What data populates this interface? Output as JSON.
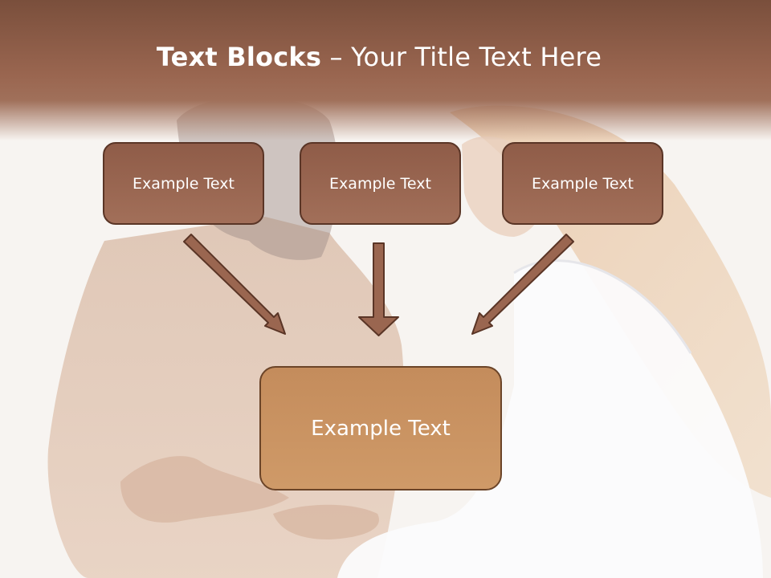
{
  "slide": {
    "title_bold": "Text Blocks",
    "title_dash": " – ",
    "title_rest": "Your Title Text Here"
  },
  "boxes": {
    "top": [
      "Example Text",
      "Example Text",
      "Example Text"
    ],
    "main": "Example Text"
  },
  "colors": {
    "header": "#7a4f3c",
    "box_fill": "#9a6650",
    "box_border": "#5a3526",
    "main_fill": "#cc9563",
    "arrow_fill": "#9a6650"
  },
  "background_image": "doctor examining patient's back"
}
